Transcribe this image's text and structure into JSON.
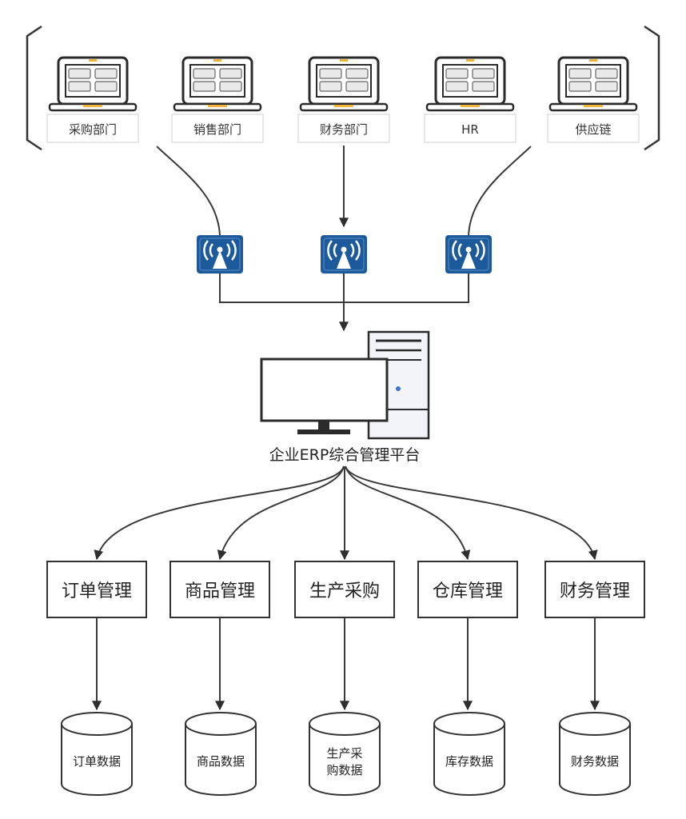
{
  "departments": [
    {
      "label": "采购部门"
    },
    {
      "label": "销售部门"
    },
    {
      "label": "财务部门"
    },
    {
      "label": "HR"
    },
    {
      "label": "供应链"
    }
  ],
  "access_points": [
    {
      "icon": "wifi-access-point-icon"
    },
    {
      "icon": "wifi-access-point-icon"
    },
    {
      "icon": "wifi-access-point-icon"
    }
  ],
  "platform": {
    "label": "企业ERP综合管理平台",
    "icon": "desktop-server-icon"
  },
  "modules": [
    {
      "label": "订单管理"
    },
    {
      "label": "商品管理"
    },
    {
      "label": "生产采购"
    },
    {
      "label": "仓库管理"
    },
    {
      "label": "财务管理"
    }
  ],
  "databases": [
    {
      "lines": [
        "订单数据"
      ]
    },
    {
      "lines": [
        "商品数据"
      ]
    },
    {
      "lines": [
        "生产采",
        "购数据"
      ]
    },
    {
      "lines": [
        "库存数据"
      ]
    },
    {
      "lines": [
        "财务数据"
      ]
    }
  ],
  "colors": {
    "wifi_tile": "#1c5a9c",
    "laptop_stroke": "#2b2b2b",
    "laptop_accent": "#f0b43c",
    "server_led": "#3b73d9"
  }
}
